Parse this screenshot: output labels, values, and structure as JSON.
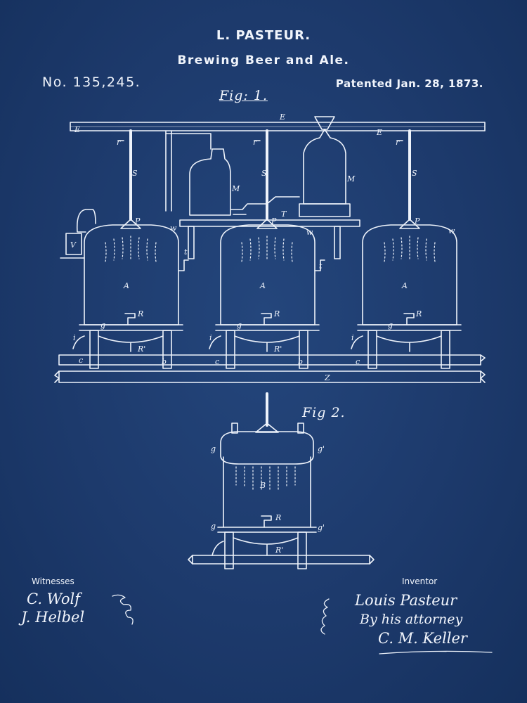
{
  "header": {
    "inventor": "L. PASTEUR.",
    "title": "Brewing Beer and Ale.",
    "patent_number": "No. 135,245.",
    "patented_date": "Patented Jan. 28, 1873."
  },
  "figures": {
    "fig1_label": "Fig: 1.",
    "fig2_label": "Fig 2."
  },
  "labels": {
    "pipe_E": "E",
    "tank_A": "A",
    "tank_B": "B",
    "valve_R": "R",
    "valve_R2": "R'",
    "stand_g": "g",
    "stand_g1": "g'",
    "pipe_S": "S",
    "pipe_r": "r",
    "pipe_P": "P",
    "pipe_w": "w",
    "pipe_t": "t",
    "tray_T": "T",
    "vessel_M": "M",
    "pipe_c": "c",
    "pipe_b": "b",
    "pipe_i": "i",
    "floor_Z": "Z",
    "tank_V": "V"
  },
  "witnesses": {
    "label": "Witnesses",
    "signature_1": "C. Wolf",
    "signature_2": "J. Helbel"
  },
  "inventor_block": {
    "label": "Inventor",
    "signature": "Louis Pasteur",
    "by_line": "By his attorney",
    "attorney": "C. M. Keller"
  },
  "colors": {
    "background": "#1d3a6c",
    "ink": "#eef3fb"
  }
}
